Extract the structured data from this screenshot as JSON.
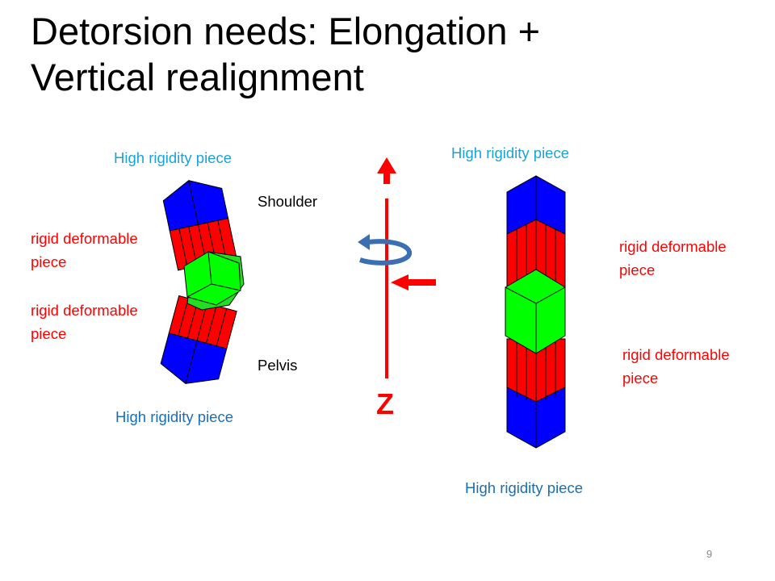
{
  "title_line1": "Detorsion needs: Elongation +",
  "title_line2": "Vertical realignment",
  "left_figure": {
    "top_label": "High rigidity piece",
    "shoulder": "Shoulder",
    "rigid_upper": [
      "rigid deformable",
      "piece"
    ],
    "rigid_lower": [
      "rigid deformable",
      "piece"
    ],
    "pelvis": "Pelvis",
    "bottom_label": "High rigidity piece"
  },
  "axis_label": "Z",
  "right_figure": {
    "top_label": "High rigidity piece",
    "rigid_upper": [
      "rigid deformable",
      "piece"
    ],
    "rigid_lower": [
      "rigid deformable",
      "piece"
    ],
    "bottom_label": "High rigidity piece"
  },
  "page_number": "9",
  "colors": {
    "blue_piece": "#0000ff",
    "red_piece": "#ff0000",
    "green_piece": "#00ff00",
    "arrow_red": "#ff0000",
    "rotate_arrow": "#3c6eb4"
  }
}
